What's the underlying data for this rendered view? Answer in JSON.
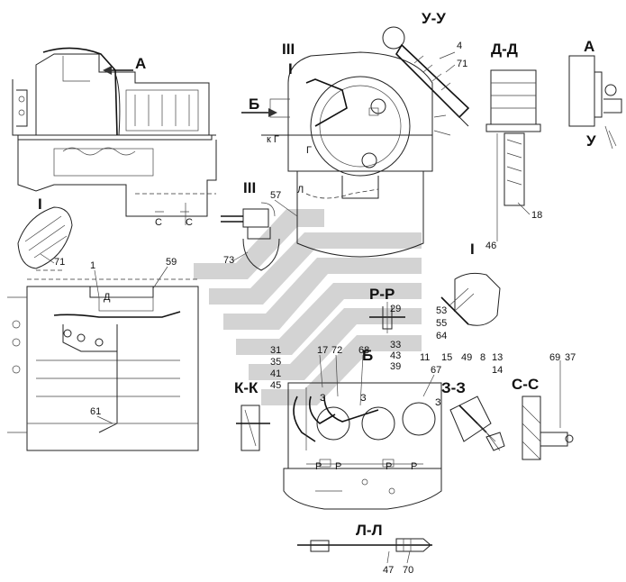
{
  "section_labels": {
    "A_top": "А",
    "UU": "У-У",
    "DD": "Д-Д",
    "A_right": "А",
    "U_right": "У",
    "III_top": "III",
    "I_top": "I",
    "B_top": "Б",
    "I_left": "I",
    "III_mid": "III",
    "I_right": "I",
    "PP": "Р-Р",
    "B_mid": "Б",
    "KK": "К-К",
    "ZZ": "З-З",
    "SS": "С-С",
    "LL": "Л-Л"
  },
  "callouts": {
    "n4": "4",
    "n71_top": "71",
    "n18": "18",
    "n46": "46",
    "n57": "57",
    "n71_left": "71",
    "n73": "73",
    "n1": "1",
    "n59": "59",
    "n61": "61",
    "n29": "29",
    "n33": "33",
    "n43": "43",
    "n39": "39",
    "n53": "53",
    "n55": "55",
    "n64": "64",
    "n11": "11",
    "n15": "15",
    "n49": "49",
    "n8": "8",
    "n13": "13",
    "n14": "14",
    "n69": "69",
    "n37": "37",
    "n31": "31",
    "n35": "35",
    "n41": "41",
    "n45": "45",
    "n17": "17",
    "n72": "72",
    "n68": "68",
    "n67": "67",
    "n47": "47",
    "n70": "70"
  },
  "inline_marks": {
    "c1": "С",
    "c2": "С",
    "kg": "к Г",
    "g": "Г",
    "l": "Л",
    "d": "Д",
    "p1": "Р",
    "p2": "Р",
    "p3": "Р",
    "p4": "Р",
    "z1": "З",
    "z2": "З",
    "z3": "З"
  },
  "colors": {
    "line": "#222222",
    "watermark": "#9d9d9d"
  }
}
